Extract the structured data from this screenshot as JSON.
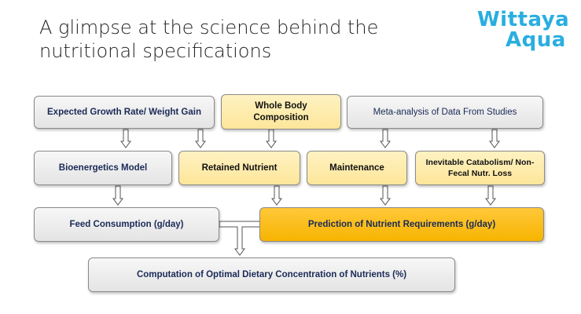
{
  "slide": {
    "title": "A glimpse at the science behind the nutritional specifications"
  },
  "logo": {
    "line1": "Wittaya",
    "line2": "Aqua",
    "color": "#29aee0"
  },
  "diagram": {
    "nodes": {
      "growth": "Expected Growth Rate/ Weight Gain",
      "whole_body": "Whole Body Composition",
      "meta": "Meta-analysis of Data From Studies",
      "bioenergetics": "Bioenergetics Model",
      "retained": "Retained Nutrient",
      "maintenance": "Maintenance",
      "catabolism": "Inevitable Catabolism/ Non-Fecal Nutr. Loss",
      "feed": "Feed Consumption (g/day)",
      "prediction": "Prediction of Nutrient Requirements (g/day)",
      "computation": "Computation of Optimal Dietary Concentration of Nutrients (%)"
    },
    "colors": {
      "grey_box": "#ececec",
      "yellow_box": "#fde69a",
      "orange_box": "#f7b400",
      "text": "#1a2a57"
    }
  }
}
